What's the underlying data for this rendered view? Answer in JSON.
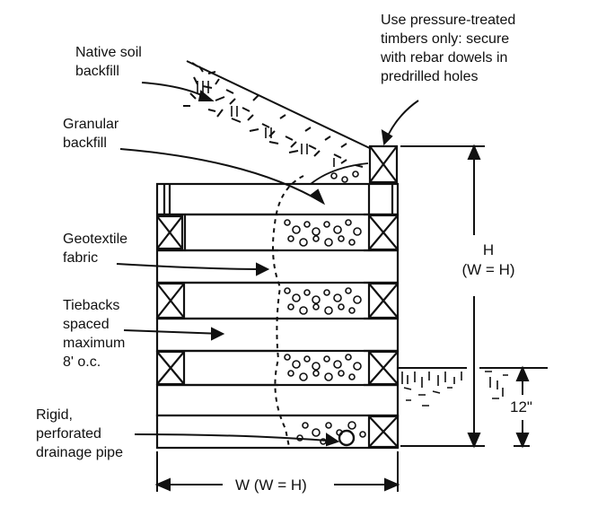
{
  "labels": {
    "native_soil": "Native soil\nbackfill",
    "pressure_treated": "Use pressure-treated\ntimbers only: secure\nwith rebar dowels in\npredrilled holes",
    "granular": "Granular\nbackfill",
    "geotextile": "Geotextile\nfabric",
    "tiebacks": "Tiebacks\nspaced\nmaximum\n8' o.c.",
    "drainage": "Rigid,\nperforated\ndrainage pipe"
  },
  "dimensions": {
    "height_label": "H\n(W = H)",
    "width_label": "W (W = H)",
    "embed_label": "12\""
  }
}
